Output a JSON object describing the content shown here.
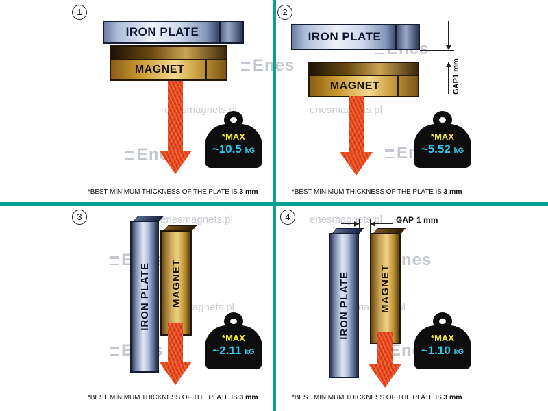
{
  "colors": {
    "divider": "#07a093",
    "arrow": "#e84418",
    "max_label": "#f0e93c",
    "value_text": "#2ec8ea",
    "plate_steel": "#aebdda",
    "magnet_gold": "#f3d88e",
    "watermark": "#caccd2"
  },
  "watermark": {
    "site": "enesmagnets.pl",
    "logo": "Enes"
  },
  "panels": [
    {
      "number": "1",
      "plate_label": "IRON PLATE",
      "magnet_label": "MAGNET",
      "max_label": "*MAX",
      "value": "~10.5",
      "unit": "kG",
      "footer_text": "*BEST MINIMUM THICKNESS OF THE PLATE IS",
      "footer_bold": "3 mm"
    },
    {
      "number": "2",
      "plate_label": "IRON PLATE",
      "magnet_label": "MAGNET",
      "gap_prefix": "GAP",
      "gap_value": "1 mm",
      "max_label": "*MAX",
      "value": "~5.52",
      "unit": "kG",
      "footer_text": "*BEST MINIMUM THICKNESS OF THE PLATE IS",
      "footer_bold": "3 mm"
    },
    {
      "number": "3",
      "plate_label": "IRON PLATE",
      "magnet_label": "MAGNET",
      "max_label": "*MAX",
      "value": "~2.11",
      "unit": "kG",
      "footer_text": "*BEST MINIMUM THICKNESS OF THE PLATE IS",
      "footer_bold": "3 mm"
    },
    {
      "number": "4",
      "plate_label": "IRON PLATE",
      "magnet_label": "MAGNET",
      "gap_prefix": "GAP",
      "gap_value": "1 mm",
      "max_label": "*MAX",
      "value": "~1.10",
      "unit": "kG",
      "footer_text": "*BEST MINIMUM THICKNESS OF THE PLATE IS",
      "footer_bold": "3 mm"
    }
  ]
}
